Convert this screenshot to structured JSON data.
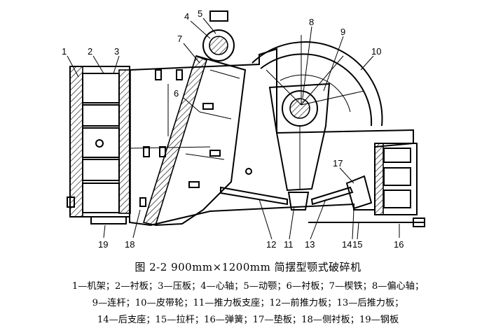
{
  "callouts": [
    {
      "id": "c1",
      "text": "1"
    },
    {
      "id": "c2",
      "text": "2"
    },
    {
      "id": "c3",
      "text": "3"
    },
    {
      "id": "c4",
      "text": "4"
    },
    {
      "id": "c5",
      "text": "5"
    },
    {
      "id": "c6",
      "text": "6"
    },
    {
      "id": "c7",
      "text": "7"
    },
    {
      "id": "c8",
      "text": "8"
    },
    {
      "id": "c9",
      "text": "9"
    },
    {
      "id": "c10",
      "text": "10"
    },
    {
      "id": "c11",
      "text": "11"
    },
    {
      "id": "c12",
      "text": "12"
    },
    {
      "id": "c13",
      "text": "13"
    },
    {
      "id": "c14",
      "text": "14"
    },
    {
      "id": "c15",
      "text": "15"
    },
    {
      "id": "c16",
      "text": "16"
    },
    {
      "id": "c17",
      "text": "17"
    },
    {
      "id": "c18",
      "text": "18"
    },
    {
      "id": "c19",
      "text": "19"
    }
  ],
  "caption": "图 2-2   900mm×1200mm 简摆型颚式破碎机",
  "legend": [
    "1—机架；2—衬板；3—压板；4—心轴；5—动颚；6—衬板；7—楔铁；8—偏心轴；",
    "9—连杆；10—皮带轮；11—推力板支座；12—前推力板；13—后推力板；",
    "14—后支座；15—拉杆；16—弹簧；17—垫板；18—侧衬板；19—钢板"
  ]
}
